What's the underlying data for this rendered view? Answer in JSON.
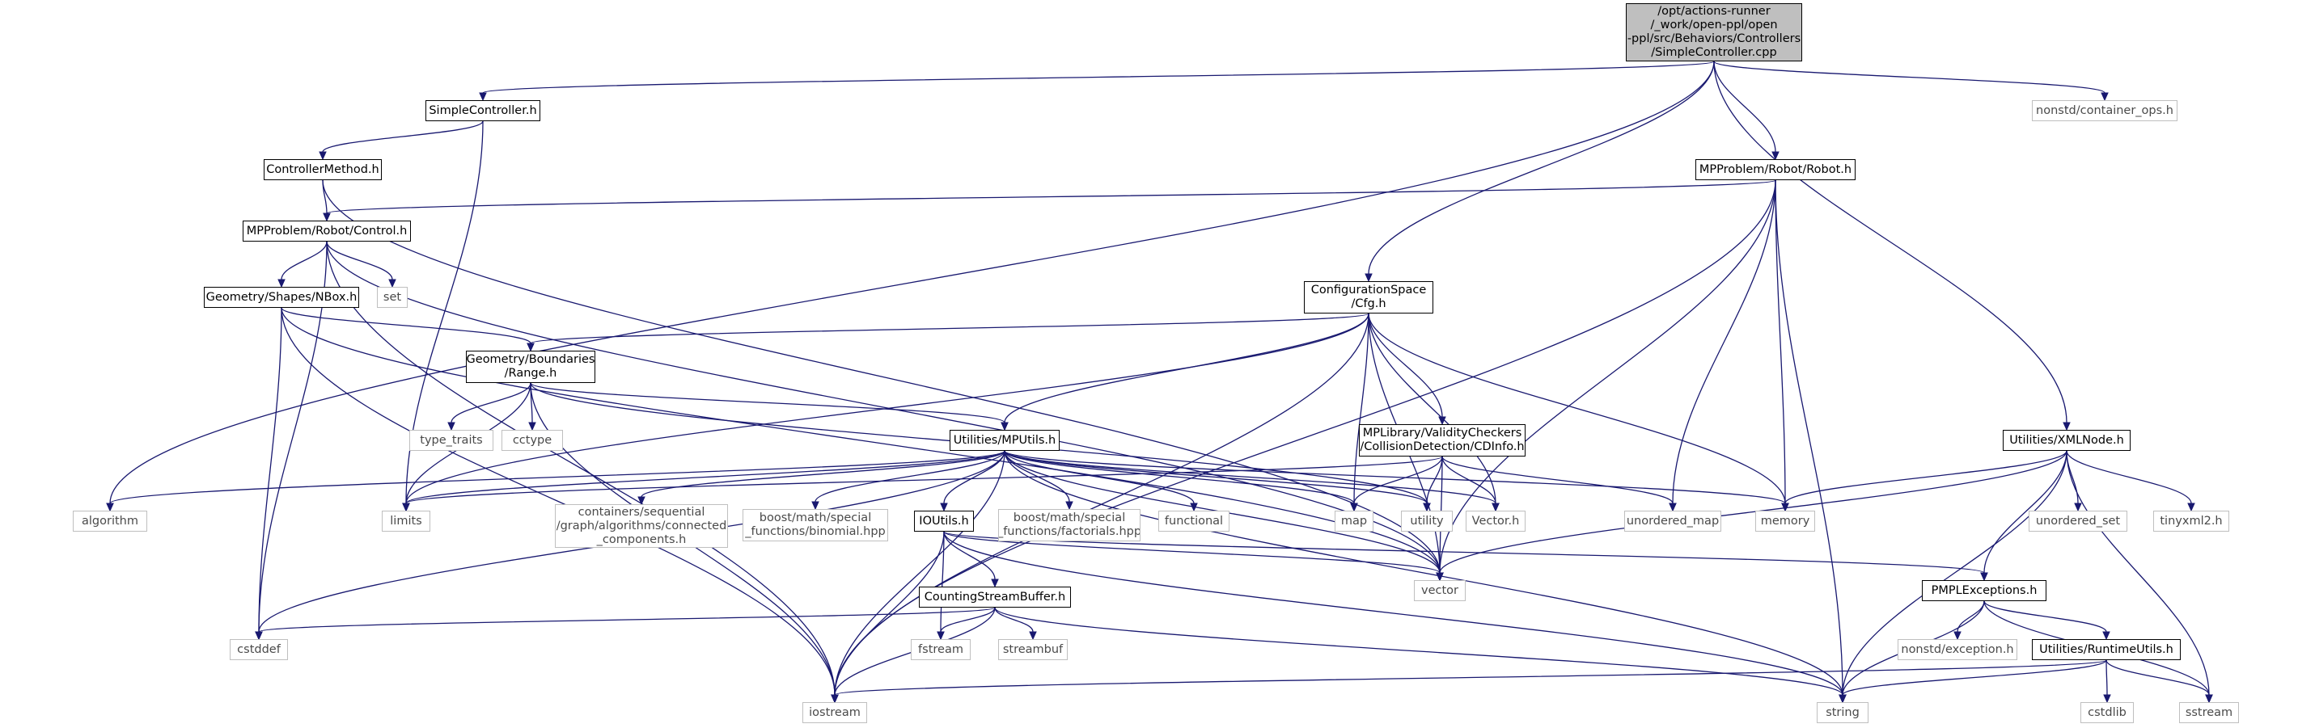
{
  "graph": {
    "colors": {
      "edge": "#191970",
      "root_fill": "#bfbfbf",
      "external_border": "#bfbfbf",
      "node_border": "#000000"
    },
    "nodes": [
      {
        "id": "root",
        "label": "/opt/actions-runner\n/_work/open-ppl/open\n-ppl/src/Behaviors/Controllers\n/SimpleController.cpp",
        "kind": "root"
      },
      {
        "id": "simplecontroller_h",
        "label": "SimpleController.h",
        "kind": "file"
      },
      {
        "id": "container_ops",
        "label": "nonstd/container_ops.h",
        "kind": "external"
      },
      {
        "id": "controllermethod_h",
        "label": "ControllerMethod.h",
        "kind": "file"
      },
      {
        "id": "robot_h",
        "label": "MPProblem/Robot/Robot.h",
        "kind": "file"
      },
      {
        "id": "control_h",
        "label": "MPProblem/Robot/Control.h",
        "kind": "file"
      },
      {
        "id": "set",
        "label": "set",
        "kind": "external"
      },
      {
        "id": "cfg_h",
        "label": "ConfigurationSpace\n/Cfg.h",
        "kind": "file"
      },
      {
        "id": "nbox_h",
        "label": "Geometry/Shapes/NBox.h",
        "kind": "file"
      },
      {
        "id": "range_h",
        "label": "Geometry/Boundaries\n/Range.h",
        "kind": "file"
      },
      {
        "id": "type_traits",
        "label": "type_traits",
        "kind": "external"
      },
      {
        "id": "cctype",
        "label": "cctype",
        "kind": "external"
      },
      {
        "id": "mputils_h",
        "label": "Utilities/MPUtils.h",
        "kind": "file"
      },
      {
        "id": "cdinfo_h",
        "label": "MPLibrary/ValidityCheckers\n/CollisionDetection/CDInfo.h",
        "kind": "file"
      },
      {
        "id": "xmlnode_h",
        "label": "Utilities/XMLNode.h",
        "kind": "file"
      },
      {
        "id": "algorithm",
        "label": "algorithm",
        "kind": "external"
      },
      {
        "id": "limits",
        "label": "limits",
        "kind": "external"
      },
      {
        "id": "connected_components",
        "label": "containers/sequential\n/graph/algorithms/connected\n_components.h",
        "kind": "external"
      },
      {
        "id": "binomial",
        "label": "boost/math/special\n_functions/binomial.hpp",
        "kind": "external"
      },
      {
        "id": "ioutils_h",
        "label": "IOUtils.h",
        "kind": "file"
      },
      {
        "id": "factorials",
        "label": "boost/math/special\n_functions/factorials.hpp",
        "kind": "external"
      },
      {
        "id": "functional",
        "label": "functional",
        "kind": "external"
      },
      {
        "id": "map",
        "label": "map",
        "kind": "external"
      },
      {
        "id": "utility",
        "label": "utility",
        "kind": "external"
      },
      {
        "id": "vector_h",
        "label": "Vector.h",
        "kind": "external"
      },
      {
        "id": "unordered_map",
        "label": "unordered_map",
        "kind": "external"
      },
      {
        "id": "memory",
        "label": "memory",
        "kind": "external"
      },
      {
        "id": "unordered_set",
        "label": "unordered_set",
        "kind": "external"
      },
      {
        "id": "tinyxml2",
        "label": "tinyxml2.h",
        "kind": "external"
      },
      {
        "id": "vector",
        "label": "vector",
        "kind": "external"
      },
      {
        "id": "countingstreambuffer_h",
        "label": "CountingStreamBuffer.h",
        "kind": "file"
      },
      {
        "id": "pmplexceptions_h",
        "label": "PMPLExceptions.h",
        "kind": "file"
      },
      {
        "id": "cstddef",
        "label": "cstddef",
        "kind": "external"
      },
      {
        "id": "fstream",
        "label": "fstream",
        "kind": "external"
      },
      {
        "id": "streambuf",
        "label": "streambuf",
        "kind": "external"
      },
      {
        "id": "nonstd_exception",
        "label": "nonstd/exception.h",
        "kind": "external"
      },
      {
        "id": "runtimeutils_h",
        "label": "Utilities/RuntimeUtils.h",
        "kind": "file"
      },
      {
        "id": "iostream",
        "label": "iostream",
        "kind": "external"
      },
      {
        "id": "string",
        "label": "string",
        "kind": "external"
      },
      {
        "id": "cstdlib",
        "label": "cstdlib",
        "kind": "external"
      },
      {
        "id": "sstream",
        "label": "sstream",
        "kind": "external"
      }
    ],
    "edges": [
      [
        "root",
        "simplecontroller_h"
      ],
      [
        "root",
        "algorithm"
      ],
      [
        "root",
        "container_ops"
      ],
      [
        "root",
        "robot_h"
      ],
      [
        "root",
        "cfg_h"
      ],
      [
        "root",
        "xmlnode_h"
      ],
      [
        "simplecontroller_h",
        "controllermethod_h"
      ],
      [
        "simplecontroller_h",
        "limits"
      ],
      [
        "controllermethod_h",
        "control_h"
      ],
      [
        "controllermethod_h",
        "vector"
      ],
      [
        "robot_h",
        "control_h"
      ],
      [
        "robot_h",
        "unordered_map"
      ],
      [
        "robot_h",
        "memory"
      ],
      [
        "robot_h",
        "vector"
      ],
      [
        "robot_h",
        "string"
      ],
      [
        "robot_h",
        "iostream"
      ],
      [
        "control_h",
        "nbox_h"
      ],
      [
        "control_h",
        "set"
      ],
      [
        "control_h",
        "cstddef"
      ],
      [
        "control_h",
        "iostream"
      ],
      [
        "control_h",
        "vector"
      ],
      [
        "nbox_h",
        "range_h"
      ],
      [
        "nbox_h",
        "cstddef"
      ],
      [
        "nbox_h",
        "iostream"
      ],
      [
        "nbox_h",
        "vector"
      ],
      [
        "range_h",
        "type_traits"
      ],
      [
        "range_h",
        "cctype"
      ],
      [
        "range_h",
        "limits"
      ],
      [
        "range_h",
        "iostream"
      ],
      [
        "range_h",
        "mputils_h"
      ],
      [
        "range_h",
        "utility"
      ],
      [
        "cfg_h",
        "range_h"
      ],
      [
        "cfg_h",
        "mputils_h"
      ],
      [
        "cfg_h",
        "cdinfo_h"
      ],
      [
        "cfg_h",
        "map"
      ],
      [
        "cfg_h",
        "vector_h"
      ],
      [
        "cfg_h",
        "vector"
      ],
      [
        "cfg_h",
        "memory"
      ],
      [
        "cfg_h",
        "iostream"
      ],
      [
        "cfg_h",
        "limits"
      ],
      [
        "mputils_h",
        "algorithm"
      ],
      [
        "mputils_h",
        "limits"
      ],
      [
        "mputils_h",
        "connected_components"
      ],
      [
        "mputils_h",
        "binomial"
      ],
      [
        "mputils_h",
        "ioutils_h"
      ],
      [
        "mputils_h",
        "factorials"
      ],
      [
        "mputils_h",
        "functional"
      ],
      [
        "mputils_h",
        "map"
      ],
      [
        "mputils_h",
        "utility"
      ],
      [
        "mputils_h",
        "vector_h"
      ],
      [
        "mputils_h",
        "memory"
      ],
      [
        "mputils_h",
        "string"
      ],
      [
        "mputils_h",
        "vector"
      ],
      [
        "mputils_h",
        "cstddef"
      ],
      [
        "mputils_h",
        "iostream"
      ],
      [
        "cdinfo_h",
        "limits"
      ],
      [
        "cdinfo_h",
        "map"
      ],
      [
        "cdinfo_h",
        "utility"
      ],
      [
        "cdinfo_h",
        "vector_h"
      ],
      [
        "cdinfo_h",
        "unordered_map"
      ],
      [
        "cdinfo_h",
        "vector"
      ],
      [
        "ioutils_h",
        "countingstreambuffer_h"
      ],
      [
        "ioutils_h",
        "fstream"
      ],
      [
        "ioutils_h",
        "iostream"
      ],
      [
        "ioutils_h",
        "vector"
      ],
      [
        "ioutils_h",
        "string"
      ],
      [
        "ioutils_h",
        "pmplexceptions_h"
      ],
      [
        "countingstreambuffer_h",
        "cstddef"
      ],
      [
        "countingstreambuffer_h",
        "fstream"
      ],
      [
        "countingstreambuffer_h",
        "streambuf"
      ],
      [
        "countingstreambuffer_h",
        "iostream"
      ],
      [
        "countingstreambuffer_h",
        "string"
      ],
      [
        "xmlnode_h",
        "memory"
      ],
      [
        "xmlnode_h",
        "unordered_set"
      ],
      [
        "xmlnode_h",
        "tinyxml2"
      ],
      [
        "xmlnode_h",
        "vector"
      ],
      [
        "xmlnode_h",
        "pmplexceptions_h"
      ],
      [
        "xmlnode_h",
        "string"
      ],
      [
        "xmlnode_h",
        "sstream"
      ],
      [
        "pmplexceptions_h",
        "nonstd_exception"
      ],
      [
        "pmplexceptions_h",
        "runtimeutils_h"
      ],
      [
        "pmplexceptions_h",
        "string"
      ],
      [
        "pmplexceptions_h",
        "sstream"
      ],
      [
        "runtimeutils_h",
        "iostream"
      ],
      [
        "runtimeutils_h",
        "string"
      ],
      [
        "runtimeutils_h",
        "cstdlib"
      ],
      [
        "runtimeutils_h",
        "sstream"
      ]
    ]
  }
}
